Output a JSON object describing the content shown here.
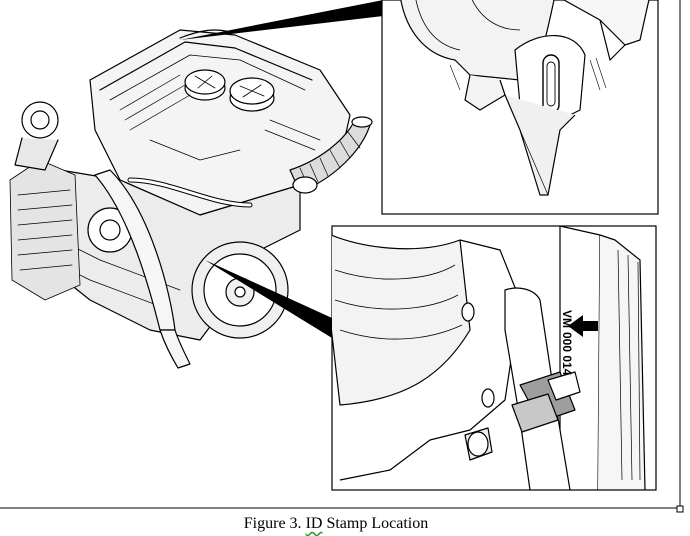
{
  "figure": {
    "caption_prefix": "Figure 3. ",
    "caption_highlight": "ID",
    "caption_rest": " Stamp Location"
  },
  "stamp": {
    "line1": "VM",
    "line2": "000 014"
  }
}
